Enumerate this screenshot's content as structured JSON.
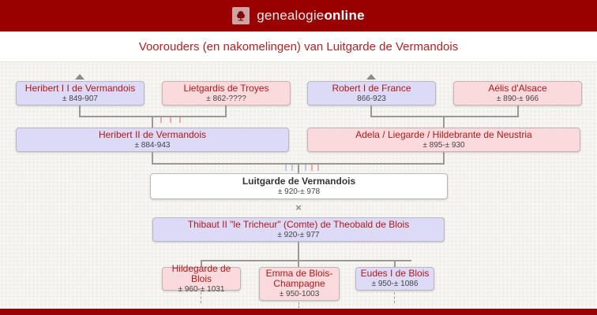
{
  "header": {
    "brand_normal": "genealogie",
    "brand_bold": "online",
    "logo_icon": "tree-icon"
  },
  "page": {
    "title": "Voorouders (en nakomelingen) van Luitgarde de Vermandois"
  },
  "tree": {
    "marriage_symbol": "×",
    "persons": {
      "grandfather_paternal": {
        "name": "Heribert I I de Vermandois",
        "dates": "± 849-907"
      },
      "grandmother_paternal": {
        "name": "Lietgardis de Troyes",
        "dates": "± 862-????"
      },
      "grandfather_maternal": {
        "name": "Robert I de France",
        "dates": "866-923"
      },
      "grandmother_maternal": {
        "name": "Aélis d'Alsace",
        "dates": "± 890-± 966"
      },
      "father": {
        "name": "Heribert II de Vermandois",
        "dates": "± 884-943"
      },
      "mother": {
        "name": "Adela / Liegarde / Hildebrante de Neustria",
        "dates": "± 895-± 930"
      },
      "subject": {
        "name": "Luitgarde de Vermandois",
        "dates": "± 920-± 978"
      },
      "spouse": {
        "name": "Thibaut II \"le Tricheur\" (Comte) de Theobald de Blois",
        "dates": "± 920-± 977"
      },
      "child_1": {
        "name": "Hildegarde de Blois",
        "dates": "± 960-± 1031"
      },
      "child_2": {
        "name": "Emma de Blois-Champagne",
        "dates": "± 950-1003"
      },
      "child_3": {
        "name": "Eudes I de Blois",
        "dates": "± 950-± 1086"
      }
    }
  },
  "colors": {
    "header_red": "#990000",
    "title_red": "#b22222",
    "link_red": "#b01818",
    "box_male_lavender": "#dcdaf6",
    "box_female_pink": "#fadadd",
    "connector_gray": "#999999"
  }
}
